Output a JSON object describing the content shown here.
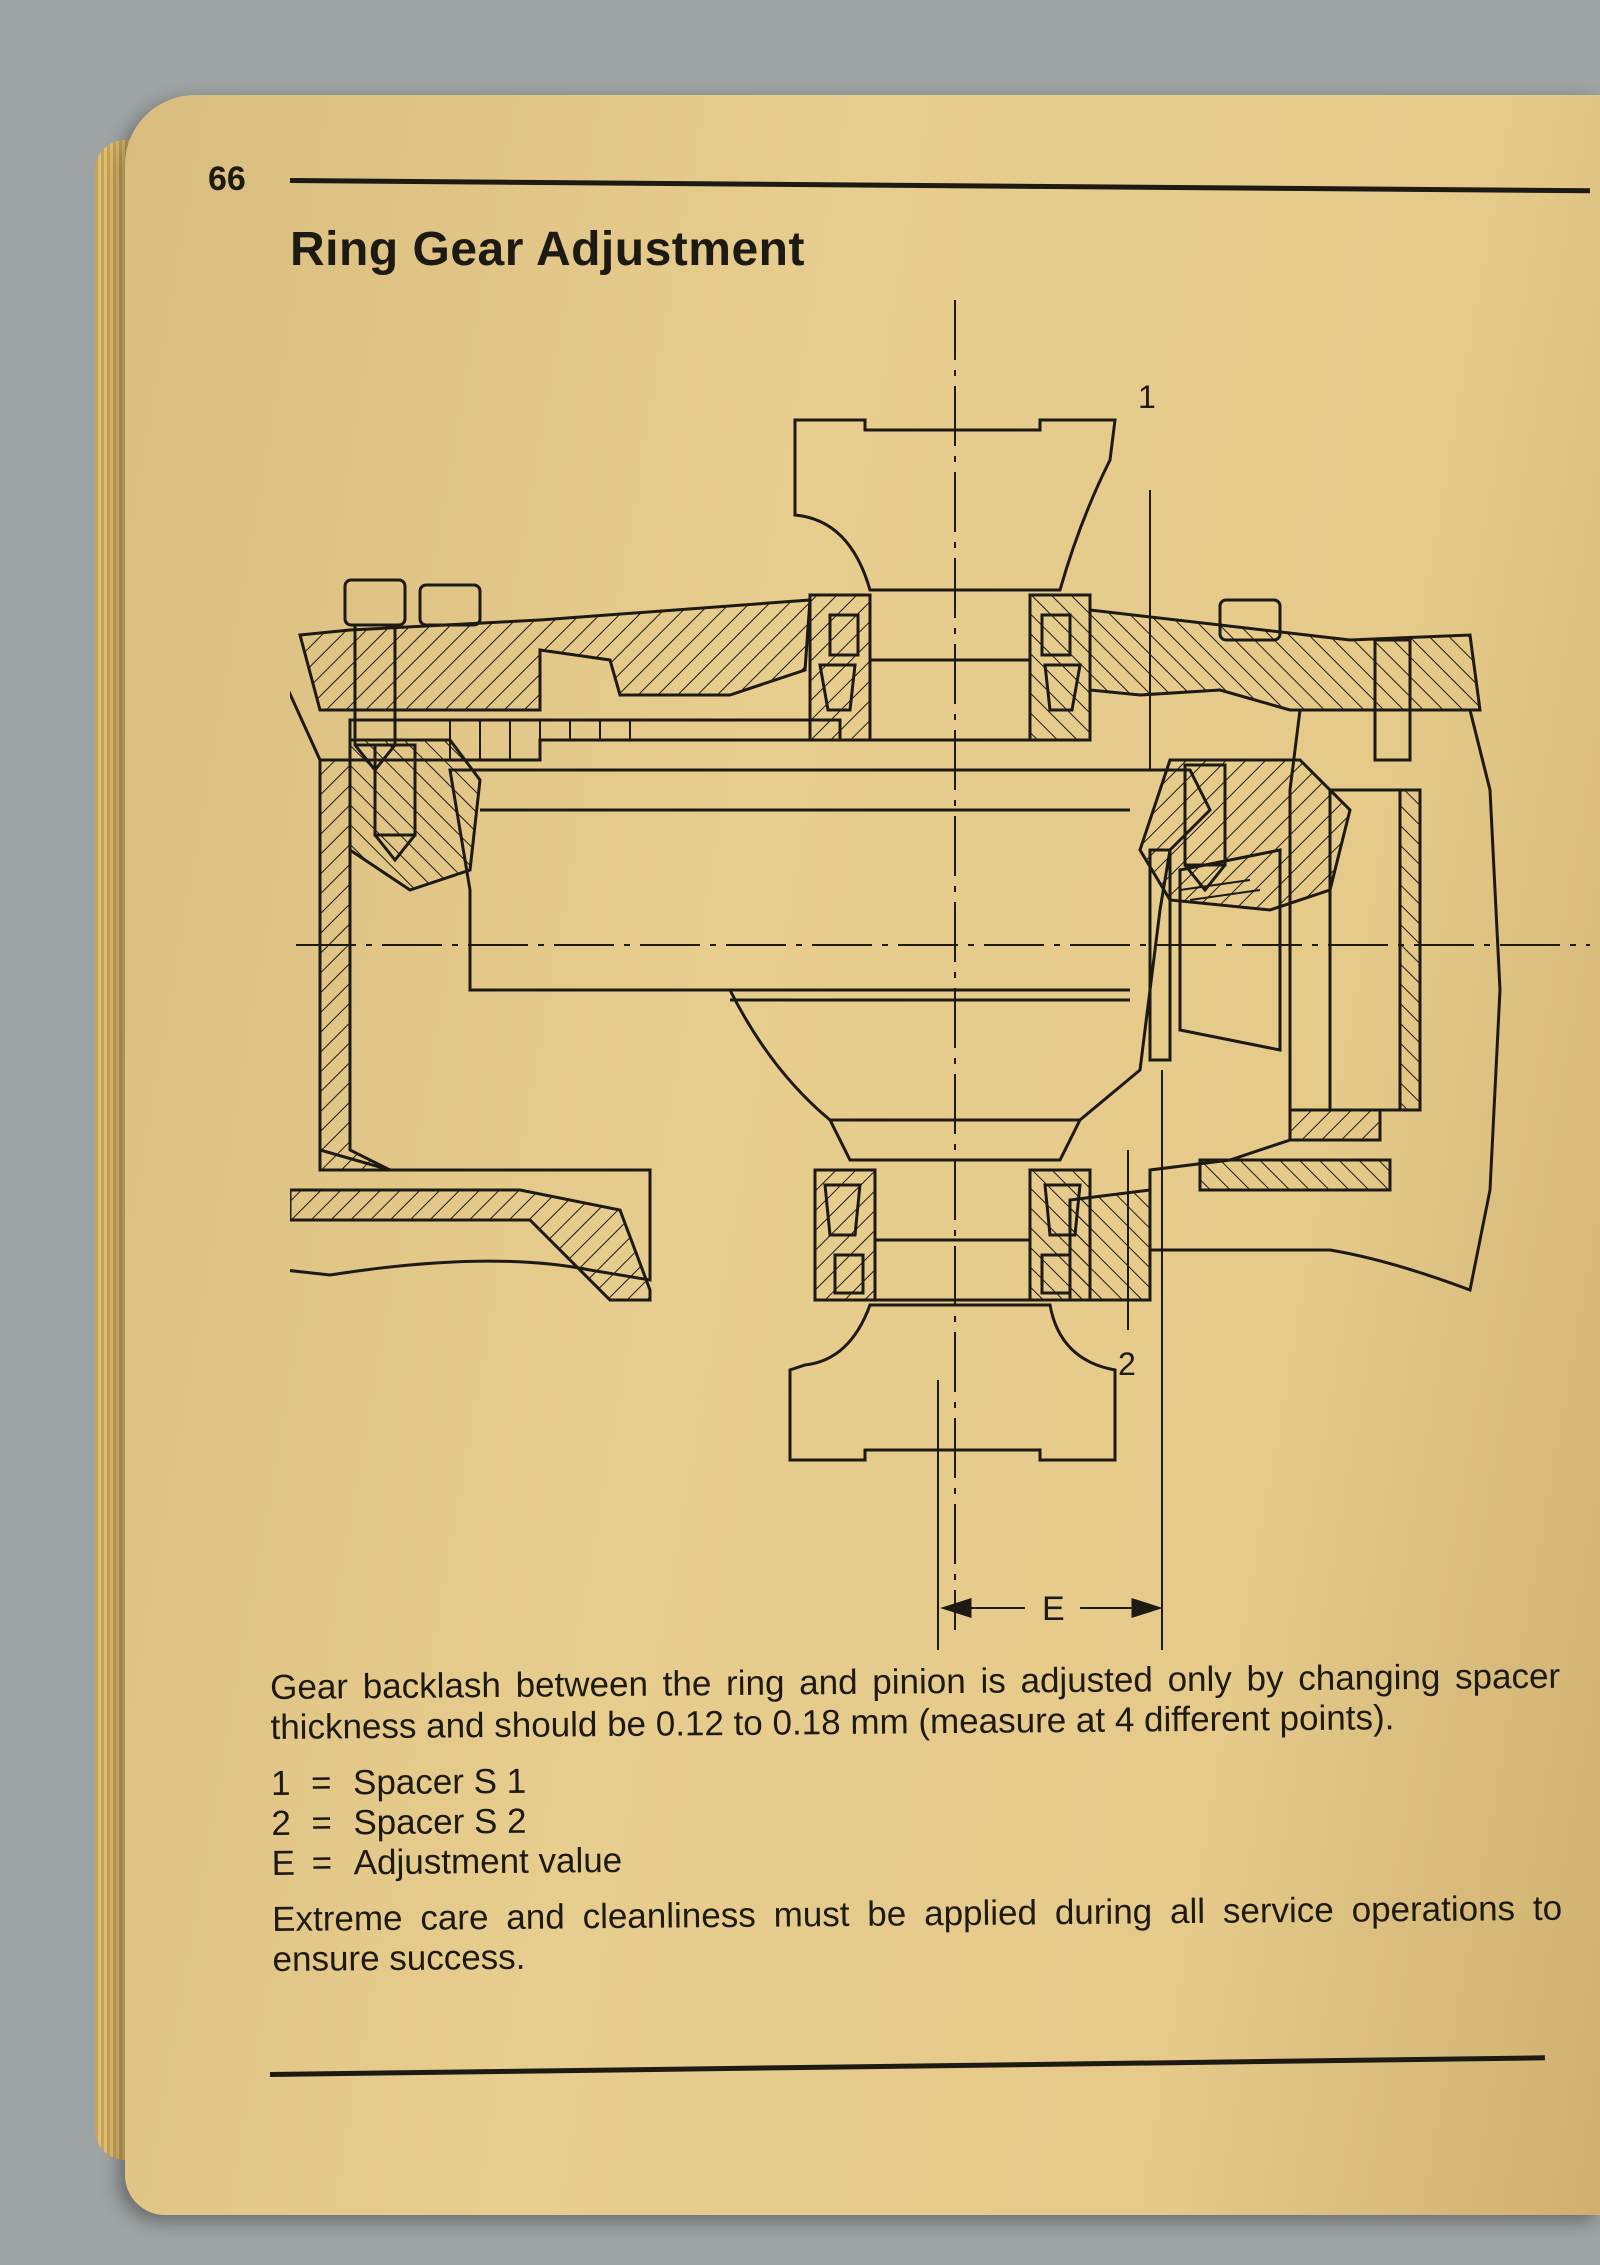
{
  "page": {
    "number": "66",
    "title": "Ring Gear Adjustment",
    "intro": "Gear backlash between the ring and pinion is adjusted only by changing spacer thickness and should be 0.12 to 0.18 mm (measure at 4 different points).",
    "closing": "Extreme care and cleanliness must be applied during all service operations to ensure success."
  },
  "figure": {
    "label_1": "1",
    "label_2": "2",
    "label_e": "E"
  },
  "legend": [
    {
      "key": "1",
      "eq": "=",
      "text": "Spacer S 1"
    },
    {
      "key": "2",
      "eq": "=",
      "text": "Spacer S 2"
    },
    {
      "key": "E",
      "eq": "=",
      "text": "Adjustment value"
    }
  ]
}
